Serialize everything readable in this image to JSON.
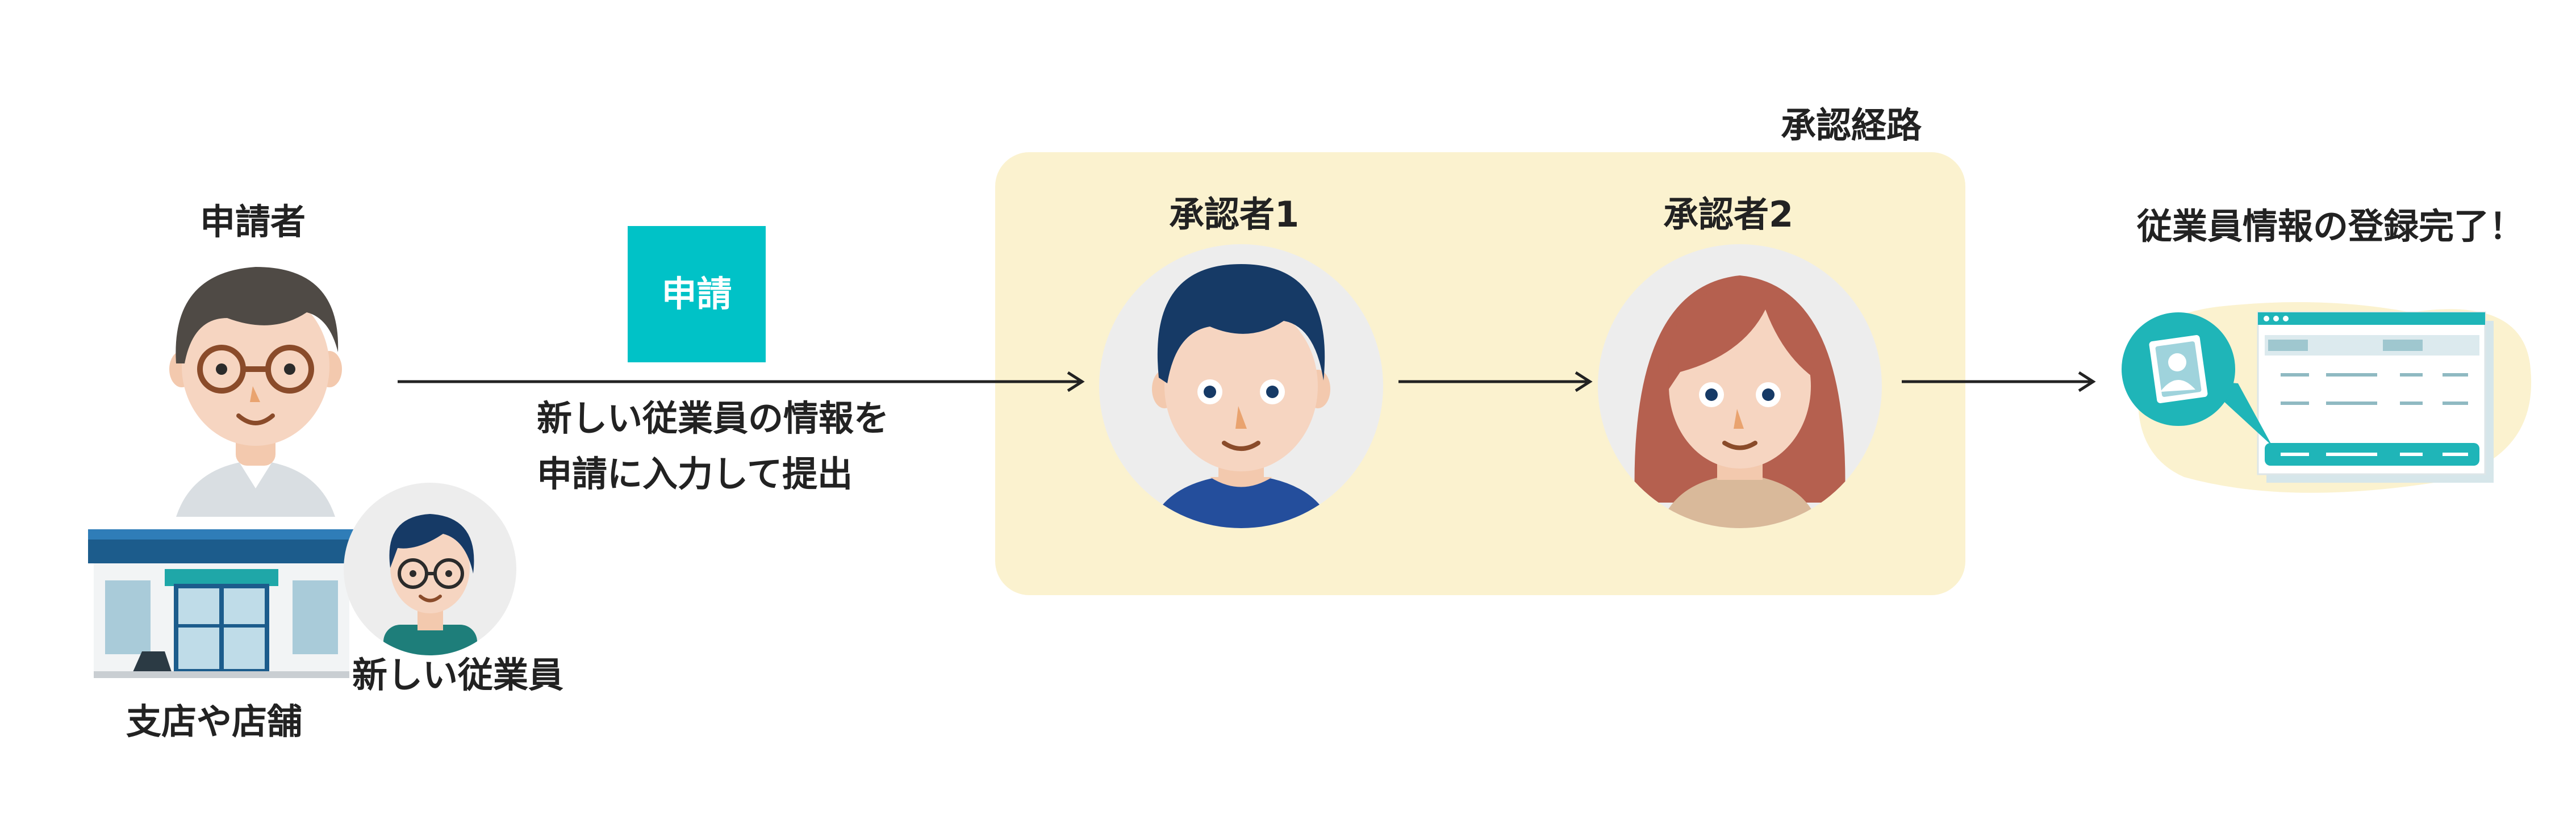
{
  "colors": {
    "accent": "#00C2C7",
    "route_background": "#FBF2CF",
    "text": "#222222",
    "arrow": "#222222"
  },
  "labels": {
    "applicant": "申請者",
    "branch": "支店や店舗",
    "new_employee": "新しい従業員",
    "apply_button": "申請",
    "description_line1": "新しい従業員の情報を",
    "description_line2": "申請に入力して提出",
    "route": "承認経路",
    "approver1": "承認者1",
    "approver2": "承認者2",
    "complete": "従業員情報の登録完了！"
  },
  "icons": {
    "applicant": "man-with-glasses-icon",
    "branch": "store-icon",
    "new_employee": "employee-avatar-icon",
    "approver1": "male-approver-avatar-icon",
    "approver2": "female-approver-avatar-icon",
    "complete": "employee-record-document-icon",
    "arrow": "arrow-right-icon"
  }
}
